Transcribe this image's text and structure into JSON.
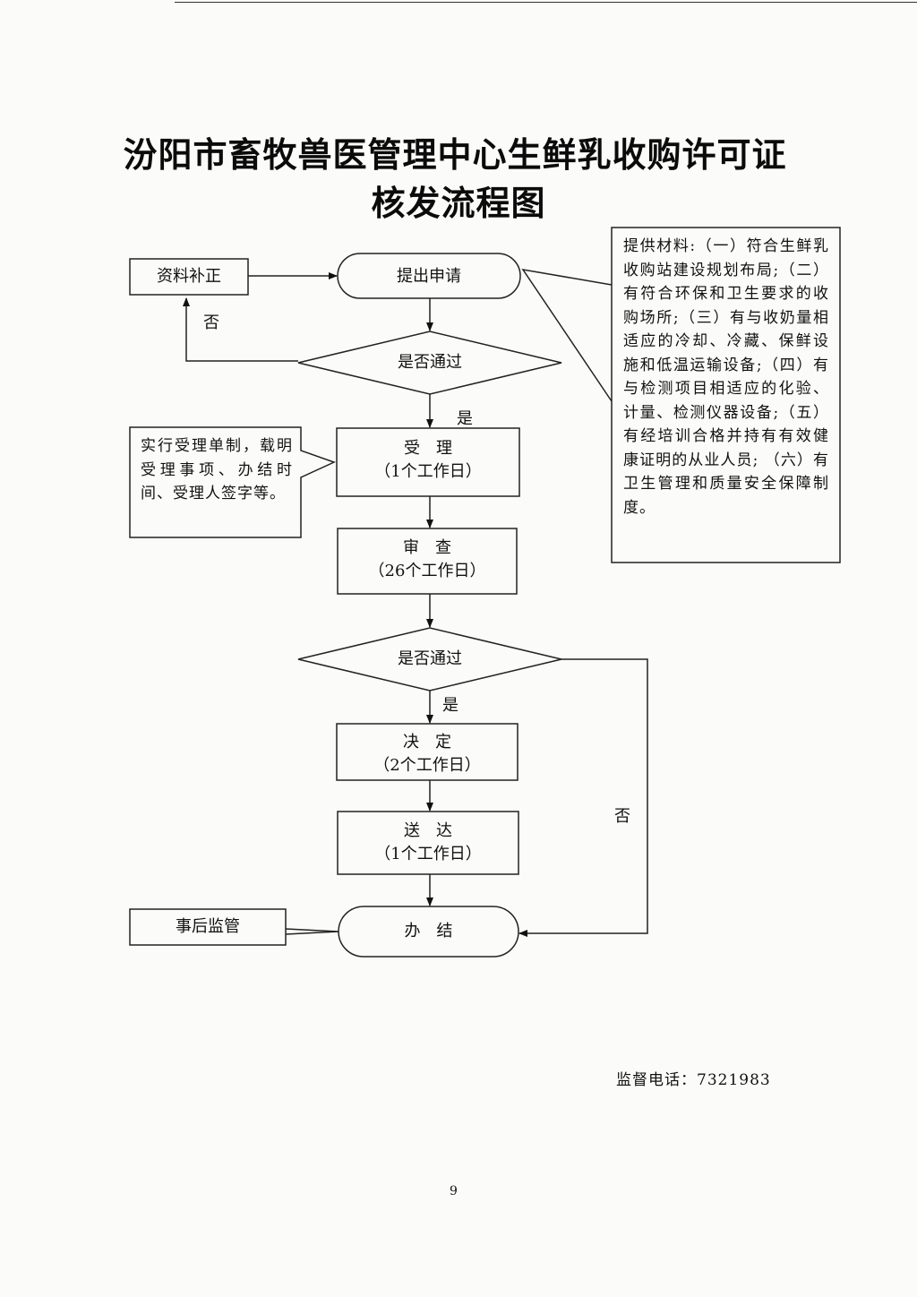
{
  "title": {
    "line1": "汾阳市畜牧兽医管理中心生鲜乳收购许可证",
    "line2": "核发流程图"
  },
  "flow": {
    "apply": "提出申请",
    "supplement": "资料补正",
    "check1": "是否通过",
    "accept_title": "受　理",
    "accept_days": "（1个工作日）",
    "review_title": "审　查",
    "review_days": "（26个工作日）",
    "check2": "是否通过",
    "decide_title": "决　定",
    "decide_days": "（2个工作日）",
    "deliver_title": "送　达",
    "deliver_days": "（1个工作日）",
    "finish": "办　结",
    "supervise": "事后监管",
    "yes1": "是",
    "no1": "否",
    "yes2": "是",
    "no2": "否"
  },
  "notes": {
    "materials": "提供材料:（一）符合生鲜乳收购站建设规划布局;（二）有符合环保和卫生要求的收购场所;（三）有与收奶量相适应的冷却、冷藏、保鲜设施和低温运输设备;（四）有与检测项目相适应的化验、计量、检测仪器设备;（五）有经培训合格并持有有效健康证明的从业人员; （六）有卫生管理和质量安全保障制度。",
    "accept_note": "实行受理单制，载明受理事项、办结时间、受理人签字等。"
  },
  "footer": {
    "phone_label": "监督电话：",
    "phone_number": "7321983",
    "page_number": "9"
  }
}
